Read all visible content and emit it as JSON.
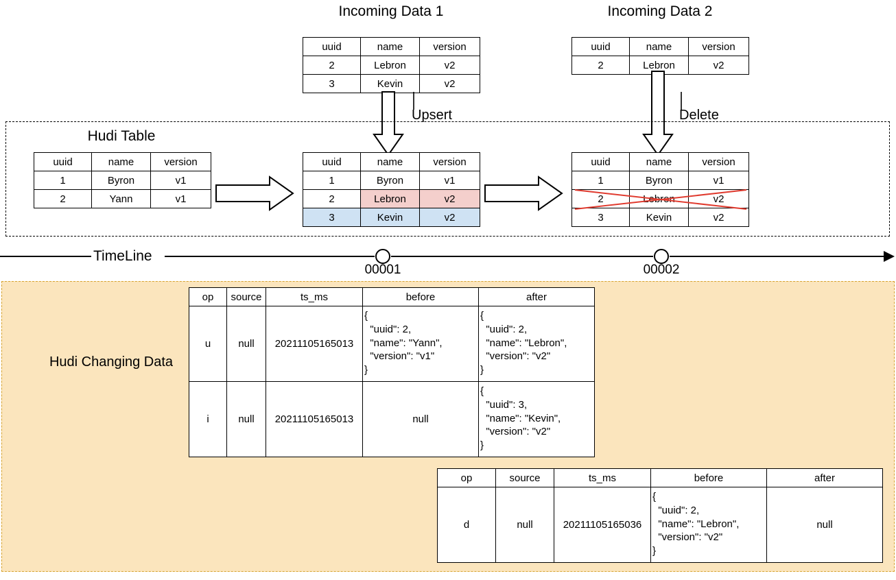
{
  "diagram": {
    "title_incoming_1": "Incoming Data 1",
    "title_incoming_2": "Incoming Data 2",
    "hudi_table_label": "Hudi Table",
    "upsert_label": "Upsert",
    "delete_label": "Delete",
    "timeline_label": "TimeLine",
    "changing_data_label": "Hudi Changing Data",
    "colors": {
      "highlight_update": "#f4cfcc",
      "highlight_insert": "#cfe2f3",
      "delete_cross": "#e03b2f",
      "beige_fill": "#fbe5bd",
      "beige_border": "#d6a32e",
      "stroke": "#000000"
    }
  },
  "columns": {
    "uuid": "uuid",
    "name": "name",
    "version": "version"
  },
  "tables": {
    "incoming_1": {
      "header": [
        "uuid",
        "name",
        "version"
      ],
      "rows": [
        [
          "2",
          "Lebron",
          "v2"
        ],
        [
          "3",
          "Kevin",
          "v2"
        ]
      ]
    },
    "incoming_2": {
      "header": [
        "uuid",
        "name",
        "version"
      ],
      "rows": [
        [
          "2",
          "Lebron",
          "v2"
        ]
      ]
    },
    "hudi_before": {
      "header": [
        "uuid",
        "name",
        "version"
      ],
      "rows": [
        [
          "1",
          "Byron",
          "v1"
        ],
        [
          "2",
          "Yann",
          "v1"
        ]
      ]
    },
    "hudi_after_upsert": {
      "header": [
        "uuid",
        "name",
        "version"
      ],
      "rows": [
        [
          "1",
          "Byron",
          "v1"
        ],
        [
          "2",
          "Lebron",
          "v2"
        ],
        [
          "3",
          "Kevin",
          "v2"
        ]
      ]
    },
    "hudi_after_delete": {
      "header": [
        "uuid",
        "name",
        "version"
      ],
      "rows": [
        [
          "1",
          "Byron",
          "v1"
        ],
        [
          "2",
          "Lebron",
          "v2"
        ],
        [
          "3",
          "Kevin",
          "v2"
        ]
      ]
    }
  },
  "timeline": {
    "ticks": [
      {
        "label": "00001"
      },
      {
        "label": "00002"
      }
    ]
  },
  "cdc": {
    "header": [
      "op",
      "source",
      "ts_ms",
      "before",
      "after"
    ],
    "commit_00001": [
      {
        "op": "u",
        "source": "null",
        "ts_ms": "20211105165013",
        "before": "{\n  \"uuid\": 2,\n  \"name\": \"Yann\",\n  \"version\": \"v1\"\n}",
        "after": "{\n  \"uuid\": 2,\n  \"name\": \"Lebron\",\n  \"version\": \"v2\"\n}"
      },
      {
        "op": "i",
        "source": "null",
        "ts_ms": "20211105165013",
        "before": "null",
        "after": "{\n  \"uuid\": 3,\n  \"name\": \"Kevin\",\n  \"version\": \"v2\"\n}"
      }
    ],
    "commit_00002": [
      {
        "op": "d",
        "source": "null",
        "ts_ms": "20211105165036",
        "before": "{\n  \"uuid\": 2,\n  \"name\": \"Lebron\",\n  \"version\": \"v2\"\n}",
        "after": "null"
      }
    ]
  }
}
